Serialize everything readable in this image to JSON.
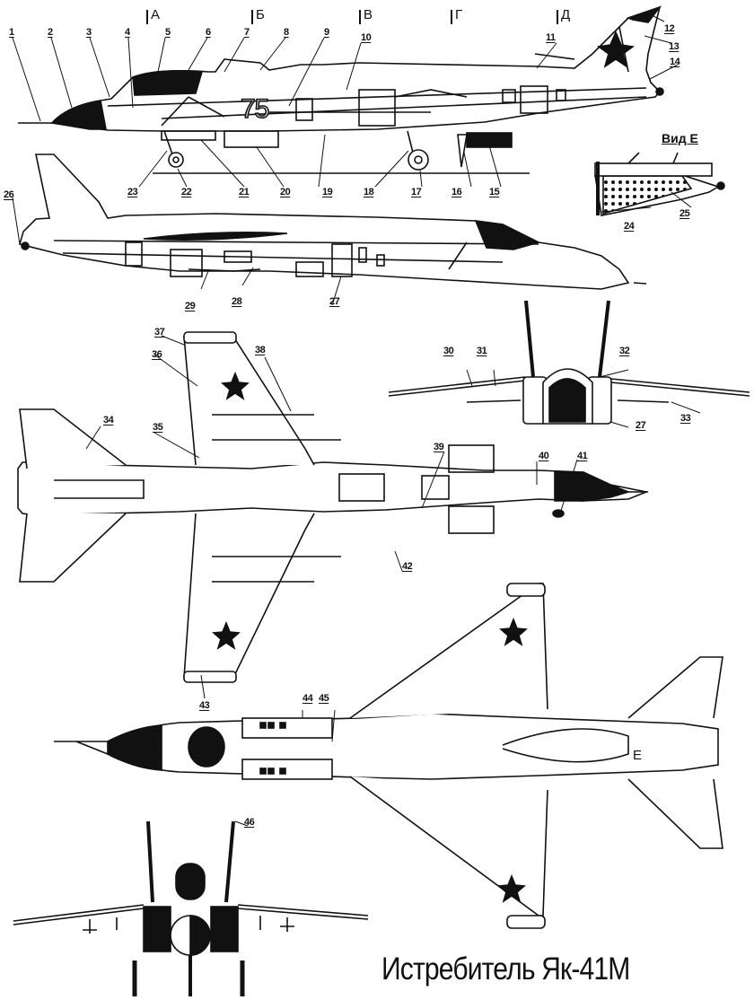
{
  "title": "Истребитель Як-41М",
  "view_label": "Вид Е",
  "view_arrow_marker": "Е",
  "tail_number": "75",
  "sections": [
    "А",
    "Б",
    "В",
    "Г",
    "Д"
  ],
  "views": [
    {
      "id": "side-left",
      "label": "Side view (left profile)"
    },
    {
      "id": "side-right",
      "label": "Side view (right profile)"
    },
    {
      "id": "front-small",
      "label": "Front view (upper)"
    },
    {
      "id": "view-e",
      "label": "Вид Е (nozzle detail)"
    },
    {
      "id": "top",
      "label": "Top view"
    },
    {
      "id": "bottom",
      "label": "Bottom view"
    },
    {
      "id": "front-large",
      "label": "Front view (lower)"
    }
  ],
  "callouts": {
    "c1": "1",
    "c2": "2",
    "c3": "3",
    "c4": "4",
    "c5": "5",
    "c6": "6",
    "c7": "7",
    "c8": "8",
    "c9": "9",
    "c10": "10",
    "c11": "11",
    "c12": "12",
    "c13": "13",
    "c14": "14",
    "c15": "15",
    "c16": "16",
    "c17": "17",
    "c18": "18",
    "c19": "19",
    "c20": "20",
    "c21": "21",
    "c22": "22",
    "c23": "23",
    "c24": "24",
    "c25": "25",
    "c26": "26",
    "c27": "27",
    "c27b": "27",
    "c28": "28",
    "c29": "29",
    "c30": "30",
    "c31": "31",
    "c32": "32",
    "c33": "33",
    "c34": "34",
    "c35": "35",
    "c36": "36",
    "c37": "37",
    "c38": "38",
    "c39": "39",
    "c40": "40",
    "c41": "41",
    "c42": "42",
    "c43": "43",
    "c44": "44",
    "c45": "45",
    "c46": "46"
  },
  "colors": {
    "ink": "#111111",
    "paper": "#ffffff"
  }
}
